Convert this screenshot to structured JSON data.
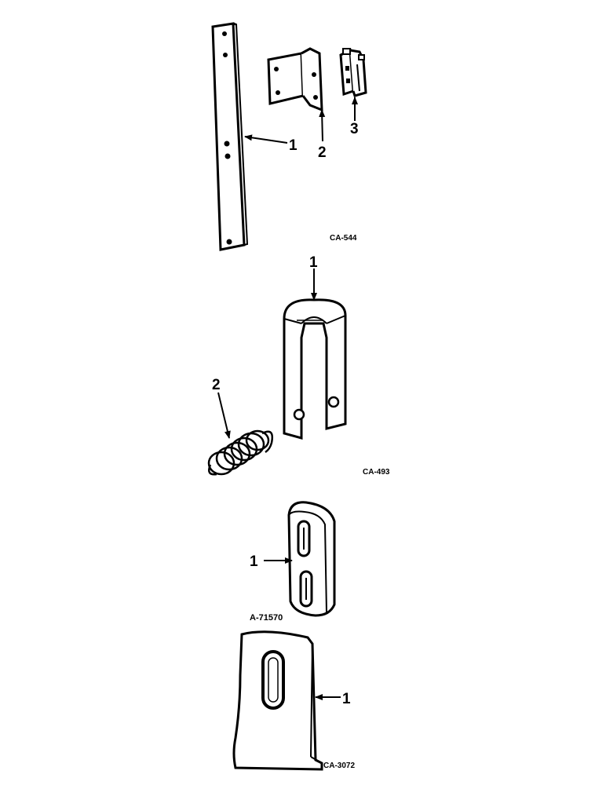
{
  "groups": [
    {
      "ref": "CA-544",
      "callouts": [
        "1",
        "2",
        "3"
      ]
    },
    {
      "ref": "CA-493",
      "callouts": [
        "1",
        "2"
      ]
    },
    {
      "ref": "A-71570",
      "callouts": [
        "1"
      ]
    },
    {
      "ref": "CA-3072",
      "callouts": [
        "1"
      ]
    }
  ]
}
